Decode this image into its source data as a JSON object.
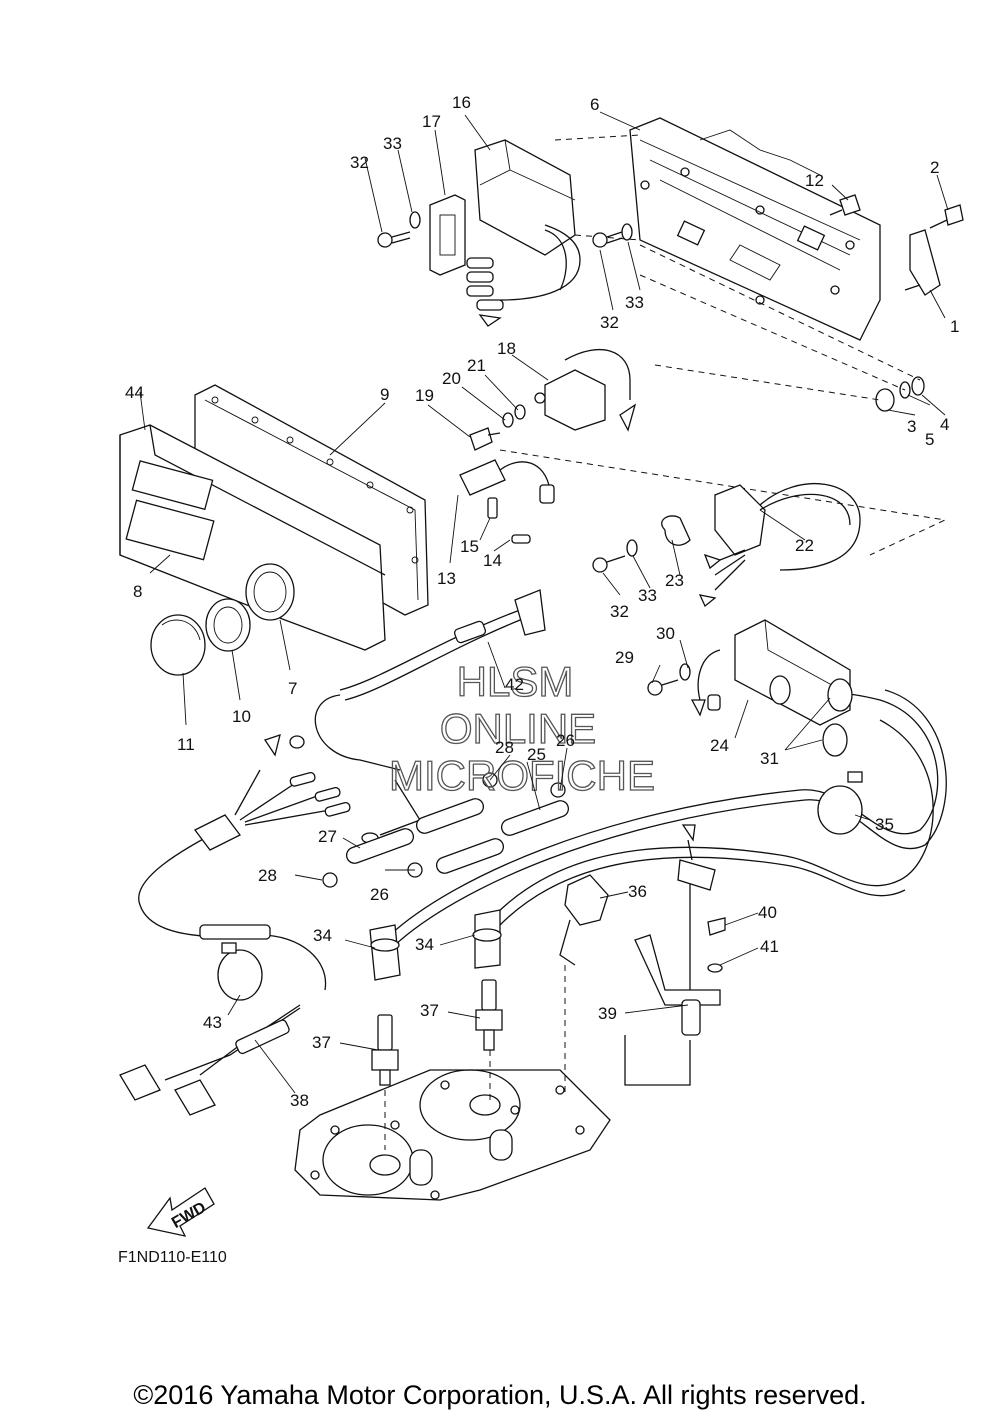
{
  "diagram": {
    "code": "F1ND110-E110",
    "fwd_label": "FWD",
    "watermark": {
      "line1": "HLSM",
      "line2": "ONLINE",
      "line3": "MICROFICHE"
    },
    "callouts": [
      "1",
      "2",
      "3",
      "4",
      "5",
      "6",
      "7",
      "8",
      "9",
      "10",
      "11",
      "12",
      "13",
      "14",
      "15",
      "16",
      "17",
      "18",
      "19",
      "20",
      "21",
      "22",
      "23",
      "24",
      "25",
      "26",
      "27",
      "28",
      "29",
      "30",
      "31",
      "32",
      "33",
      "34",
      "35",
      "36",
      "37",
      "38",
      "39",
      "40",
      "41",
      "42",
      "43",
      "44"
    ]
  },
  "copyright": "©2016 Yamaha Motor Corporation, U.S.A. All rights reserved."
}
